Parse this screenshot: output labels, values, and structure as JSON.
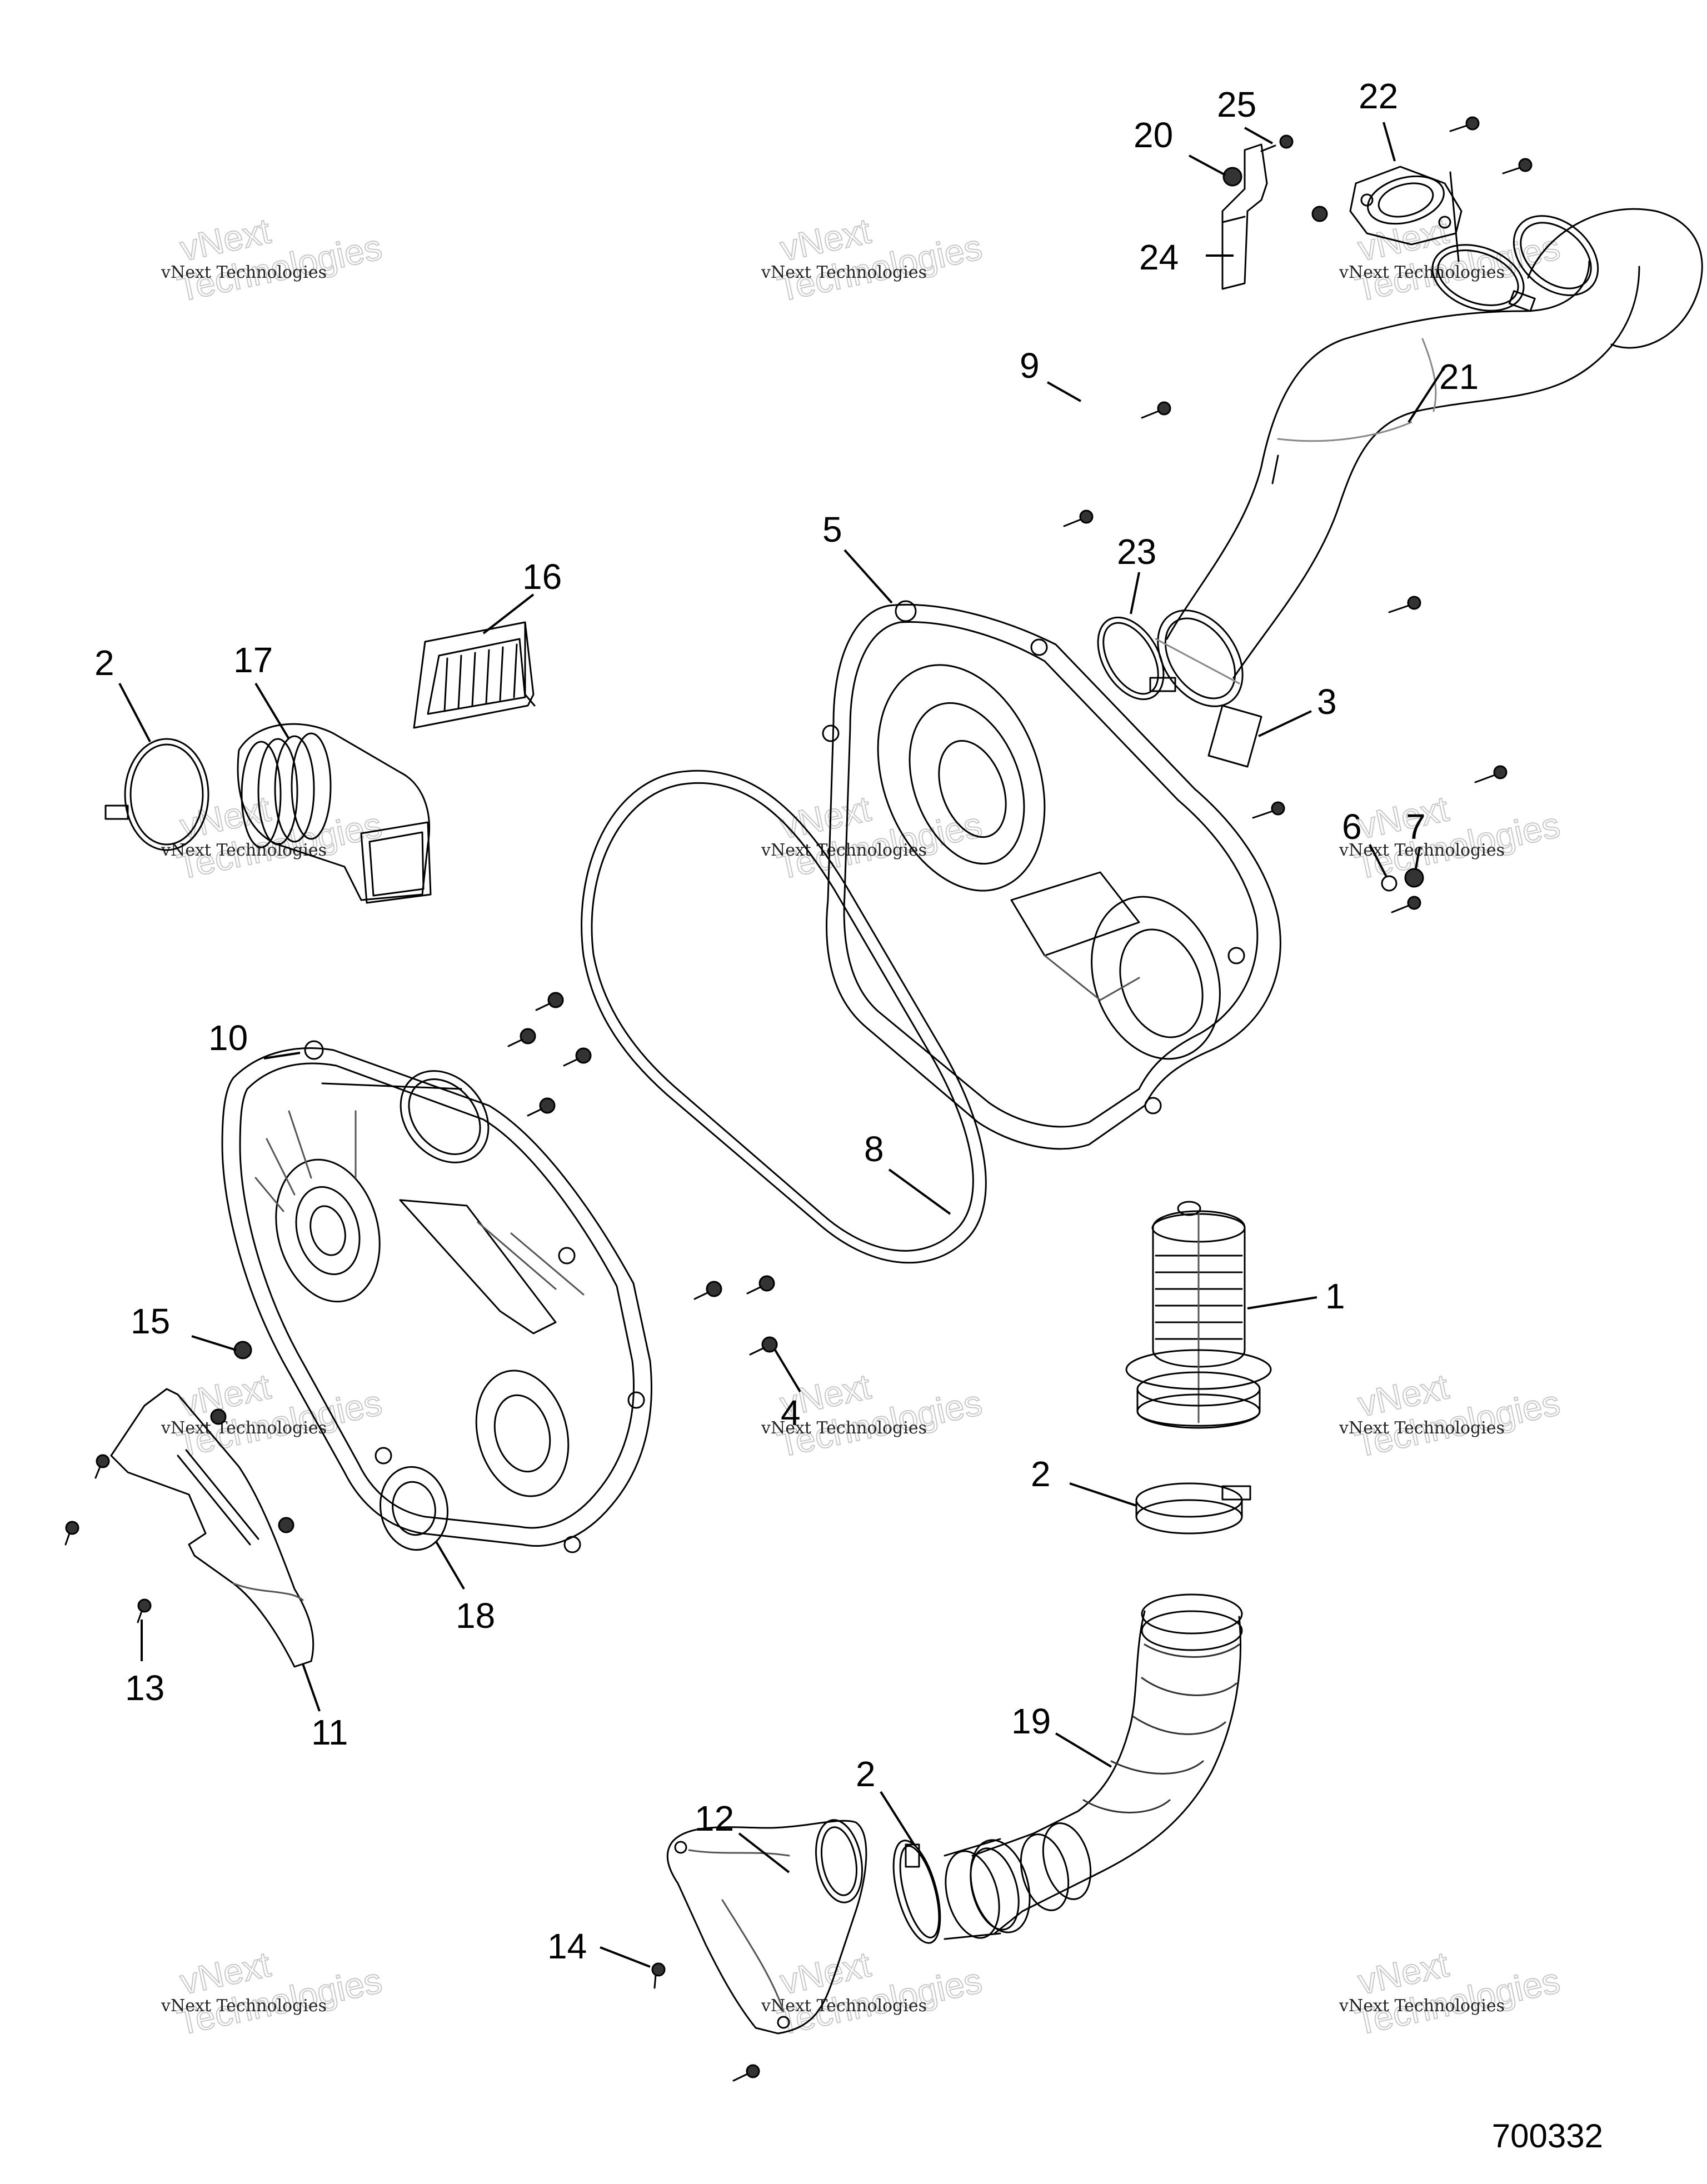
{
  "diagram": {
    "reference_number": "700332",
    "watermark": {
      "brand": "vNext",
      "company": "vNext Technologies",
      "word": "Technologies"
    },
    "callouts": [
      {
        "label": "25"
      },
      {
        "label": "22"
      },
      {
        "label": "20"
      },
      {
        "label": "24"
      },
      {
        "label": "21"
      },
      {
        "label": "9"
      },
      {
        "label": "23"
      },
      {
        "label": "5"
      },
      {
        "label": "16"
      },
      {
        "label": "17"
      },
      {
        "label": "2"
      },
      {
        "label": "3"
      },
      {
        "label": "6"
      },
      {
        "label": "7"
      },
      {
        "label": "10"
      },
      {
        "label": "8"
      },
      {
        "label": "1"
      },
      {
        "label": "15"
      },
      {
        "label": "4"
      },
      {
        "label": "2"
      },
      {
        "label": "18"
      },
      {
        "label": "13"
      },
      {
        "label": "11"
      },
      {
        "label": "19"
      },
      {
        "label": "2"
      },
      {
        "label": "12"
      },
      {
        "label": "14"
      }
    ]
  }
}
